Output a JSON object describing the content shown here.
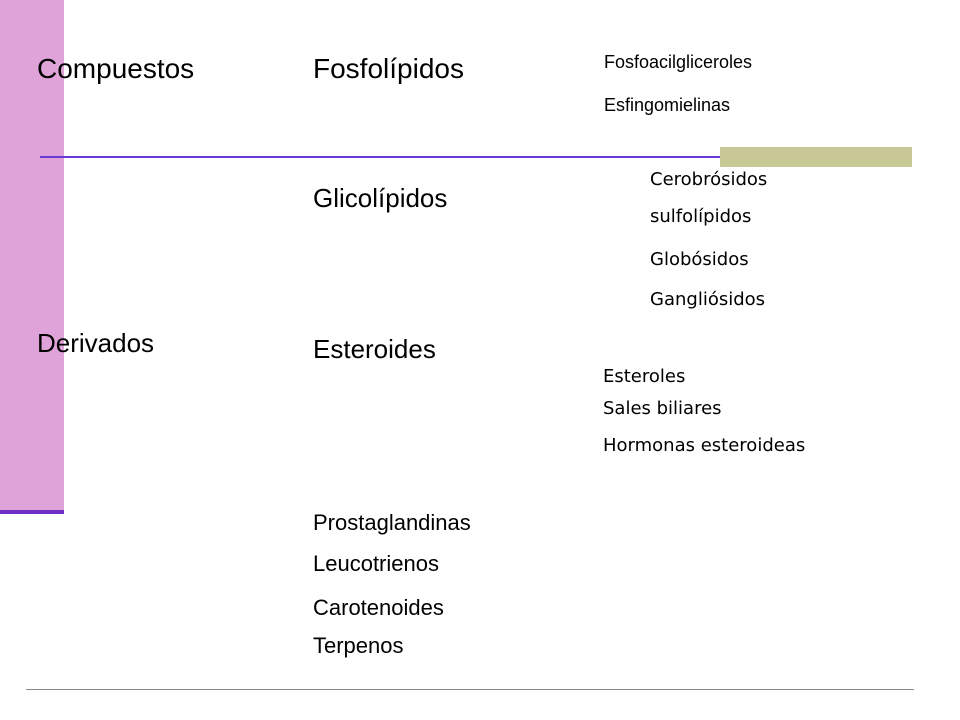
{
  "left_column": {
    "compuestos": "Compuestos",
    "derivados": "Derivados"
  },
  "fosfolipidos": {
    "title": "Fosfolípidos",
    "items": [
      "Fosfoacilgliceroles",
      "Esfingomielinas"
    ]
  },
  "glicolipidos": {
    "title": "Glicolípidos",
    "items": [
      "Cerobrósidos",
      "sulfolípidos",
      "Globósidos",
      "Gangliósidos"
    ]
  },
  "esteroides": {
    "title": "Esteroides",
    "items": [
      "Esteroles",
      "Sales biliares",
      "Hormonas esteroideas"
    ]
  },
  "otros": {
    "items": [
      "Prostaglandinas",
      "Leucotrienos",
      "Carotenoides",
      "Terpenos"
    ]
  },
  "colors": {
    "left_bar": "#e0a3d9",
    "divider": "#6a3bd6",
    "accent_box": "#c8c896"
  }
}
